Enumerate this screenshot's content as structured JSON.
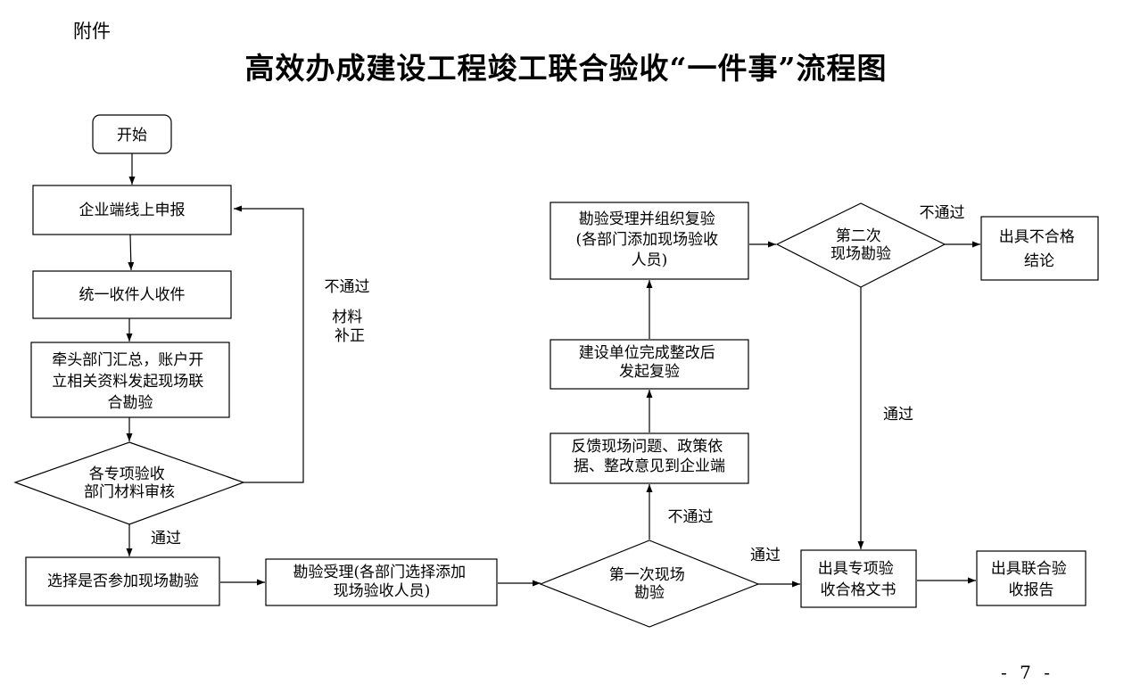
{
  "header": {
    "attachment": "附件",
    "title": "高效办成建设工程竣工联合验收“一件事”流程图",
    "page_number": "- 7 -"
  },
  "nodes": {
    "start": [
      "开始"
    ],
    "online": [
      "企业端线上申报"
    ],
    "receive": [
      "统一收件人收件"
    ],
    "summary": [
      "牵头部门汇总，账户开",
      "立相关资料发起现场联",
      "合勘验"
    ],
    "review": [
      "各专项验收",
      "部门材料审核"
    ],
    "choose": [
      "选择是否参加现场勘验"
    ],
    "accept": [
      "勘验受理(各部门选择添加",
      "现场验收人员)"
    ],
    "first": [
      "第一次现场",
      "勘验"
    ],
    "feedback": [
      "反馈现场问题、政策依",
      "据、整改意见到企业端"
    ],
    "rectify": [
      "建设单位完成整改后",
      "发起复验"
    ],
    "reaccept": [
      "勘验受理并组织复验",
      "(各部门添加现场验收",
      "人员)"
    ],
    "second": [
      "第二次",
      "现场勘验"
    ],
    "fail_result": [
      "出具不合格",
      "结论"
    ],
    "pass_doc": [
      "出具专项验",
      "收合格文书"
    ],
    "report": [
      "出具联合验",
      "收报告"
    ]
  },
  "edge_labels": {
    "review_fail": [
      "不通过"
    ],
    "review_fix": [
      "材料",
      "补正"
    ],
    "review_pass": [
      "通过"
    ],
    "first_fail": [
      "不通过"
    ],
    "first_pass": [
      "通过"
    ],
    "second_fail": [
      "不通过"
    ],
    "second_pass": [
      "通过"
    ]
  }
}
